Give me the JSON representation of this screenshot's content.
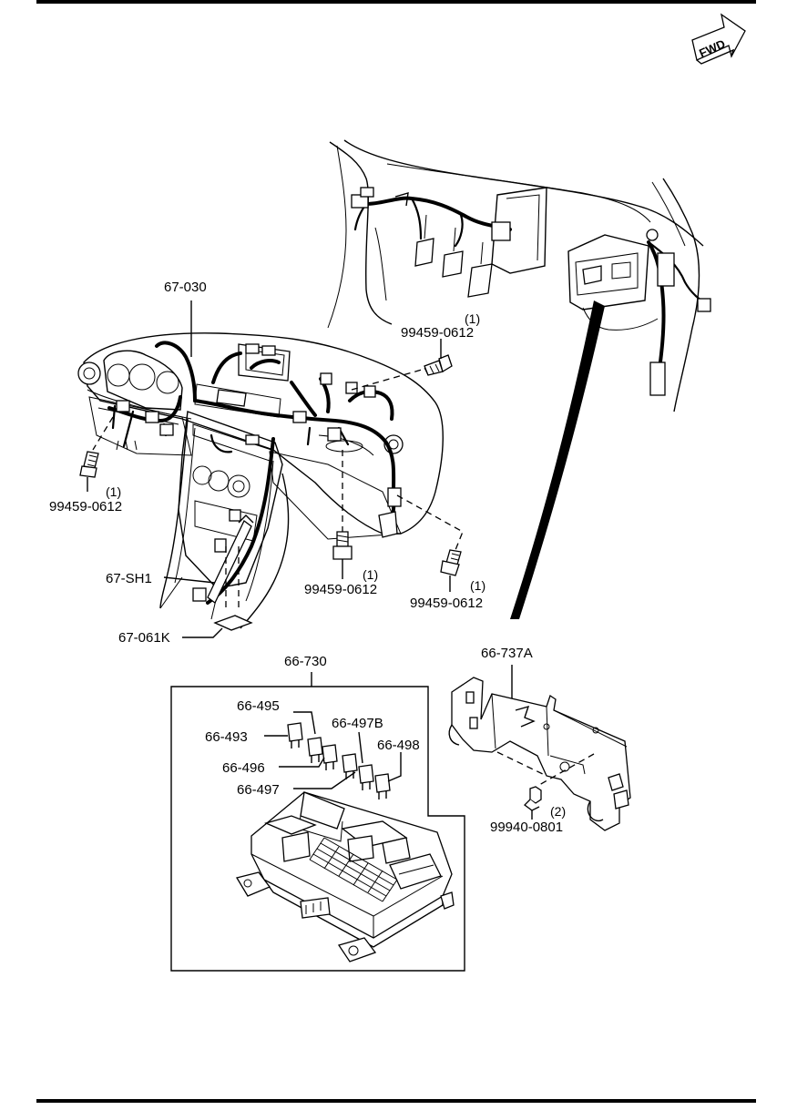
{
  "fwd": {
    "text": "FWD"
  },
  "labels": {
    "harness_main": "67-030",
    "bolt_top": "99459-0612",
    "bolt_top_qty": "(1)",
    "bolt_left": "99459-0612",
    "bolt_left_qty": "(1)",
    "bolt_mid": "99459-0612",
    "bolt_mid_qty": "(1)",
    "bolt_right": "99459-0612",
    "bolt_right_qty": "(1)",
    "shield": "67-SH1",
    "clip": "67-061K",
    "fuse_block": "66-730",
    "fuse_495": "66-495",
    "fuse_493": "66-493",
    "fuse_497b": "66-497B",
    "fuse_496": "66-496",
    "fuse_498": "66-498",
    "fuse_497": "66-497",
    "bracket": "66-737A",
    "nut": "99940-0801",
    "nut_qty": "(2)"
  }
}
